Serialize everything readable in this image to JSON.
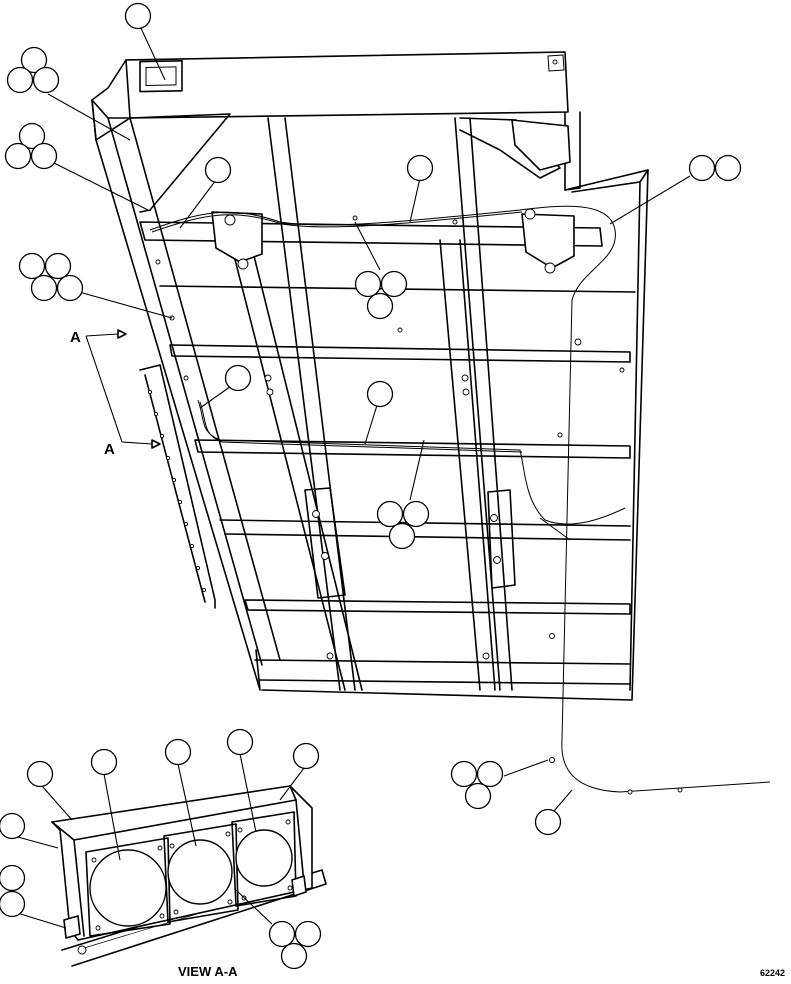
{
  "section_label_top": "A",
  "section_label_bottom": "A",
  "view_title": "VIEW A-A",
  "drawing_number": "62242"
}
